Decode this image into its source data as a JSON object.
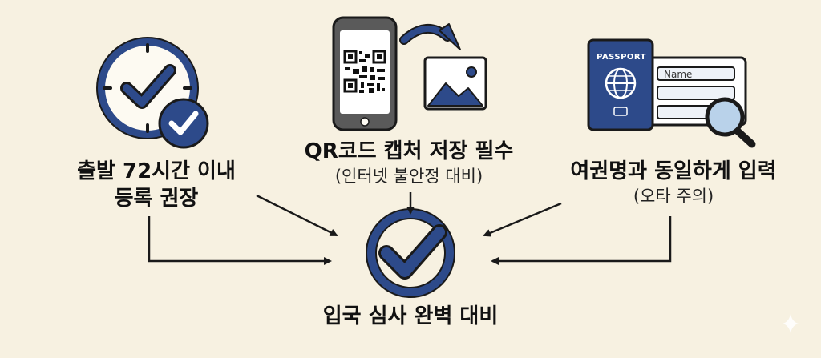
{
  "steps": {
    "left": {
      "line1": "출발 72시간 이내",
      "line2": "등록 권장"
    },
    "center": {
      "title": "QR코드 캡처 저장 필수",
      "note": "(인터넷 불안정 대비)"
    },
    "right": {
      "title": "여권명과 동일하게 입력",
      "note": "(오타 주의)"
    },
    "result": {
      "title": "입국 심사 완벽 대비"
    }
  },
  "illustrations": {
    "left": "clock-check-icon",
    "center": "phone-qr-to-image-icon",
    "right": "passport-form-magnifier-icon",
    "result": "check-circle-icon",
    "passport_label": "PASSPORT",
    "form_field_label": "Name"
  },
  "colors": {
    "background": "#f7f1e1",
    "accent": "#2d4a8a",
    "outline": "#1a1a1a"
  }
}
